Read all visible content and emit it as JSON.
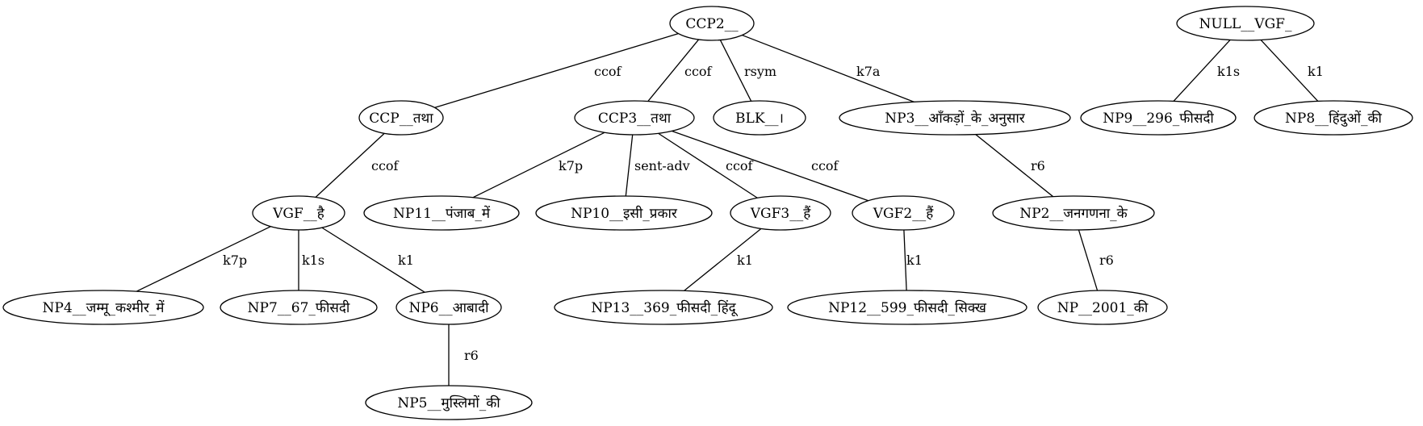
{
  "diagram": {
    "nodes": [
      {
        "id": "ccp2",
        "label": "CCP2__"
      },
      {
        "id": "null_vgf",
        "label": "NULL__VGF_"
      },
      {
        "id": "ccp_tatha",
        "label": "CCP__तथा"
      },
      {
        "id": "ccp3_tatha",
        "label": "CCP3__तथा"
      },
      {
        "id": "blk",
        "label": "BLK__।"
      },
      {
        "id": "np3",
        "label": "NP3__आँकड़ों_के_अनुसार"
      },
      {
        "id": "np9",
        "label": "NP9__296_फीसदी"
      },
      {
        "id": "np8",
        "label": "NP8__हिंदुओं_की"
      },
      {
        "id": "vgf_hai",
        "label": "VGF__है"
      },
      {
        "id": "np11",
        "label": "NP11__पंजाब_में"
      },
      {
        "id": "np10",
        "label": "NP10__इसी_प्रकार"
      },
      {
        "id": "vgf3",
        "label": "VGF3__हैं"
      },
      {
        "id": "vgf2",
        "label": "VGF2__हैं"
      },
      {
        "id": "np2",
        "label": "NP2__जनगणना_के"
      },
      {
        "id": "np4",
        "label": "NP4__जम्मू_कश्मीर_में"
      },
      {
        "id": "np7",
        "label": "NP7__67_फीसदी"
      },
      {
        "id": "np6",
        "label": "NP6__आबादी"
      },
      {
        "id": "np13",
        "label": "NP13__369_फीसदी_हिंदू"
      },
      {
        "id": "np12",
        "label": "NP12__599_फीसदी_सिक्ख"
      },
      {
        "id": "np_2001",
        "label": "NP__2001_की"
      },
      {
        "id": "np5",
        "label": "NP5__मुस्लिमों_की"
      }
    ],
    "edges": [
      {
        "from": "ccp2",
        "to": "ccp_tatha",
        "label": "ccof"
      },
      {
        "from": "ccp2",
        "to": "ccp3_tatha",
        "label": "ccof"
      },
      {
        "from": "ccp2",
        "to": "blk",
        "label": "rsym"
      },
      {
        "from": "ccp2",
        "to": "np3",
        "label": "k7a"
      },
      {
        "from": "null_vgf",
        "to": "np9",
        "label": "k1s"
      },
      {
        "from": "null_vgf",
        "to": "np8",
        "label": "k1"
      },
      {
        "from": "ccp_tatha",
        "to": "vgf_hai",
        "label": "ccof"
      },
      {
        "from": "ccp3_tatha",
        "to": "np11",
        "label": "k7p"
      },
      {
        "from": "ccp3_tatha",
        "to": "np10",
        "label": "sent-adv"
      },
      {
        "from": "ccp3_tatha",
        "to": "vgf3",
        "label": "ccof"
      },
      {
        "from": "ccp3_tatha",
        "to": "vgf2",
        "label": "ccof"
      },
      {
        "from": "np3",
        "to": "np2",
        "label": "r6"
      },
      {
        "from": "vgf_hai",
        "to": "np4",
        "label": "k7p"
      },
      {
        "from": "vgf_hai",
        "to": "np7",
        "label": "k1s"
      },
      {
        "from": "vgf_hai",
        "to": "np6",
        "label": "k1"
      },
      {
        "from": "vgf3",
        "to": "np13",
        "label": "k1"
      },
      {
        "from": "vgf2",
        "to": "np12",
        "label": "k1"
      },
      {
        "from": "np2",
        "to": "np_2001",
        "label": "r6"
      },
      {
        "from": "np6",
        "to": "np5",
        "label": "r6"
      }
    ]
  }
}
